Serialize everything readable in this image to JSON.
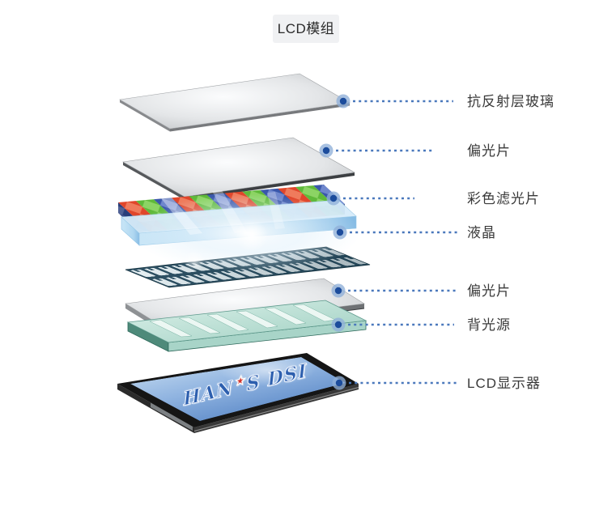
{
  "title": "LCD模组",
  "diagram": {
    "layers": [
      {
        "id": "anti-reflective-glass",
        "label": "抗反射层玻璃"
      },
      {
        "id": "polarizer-top",
        "label": "偏光片"
      },
      {
        "id": "color-filter",
        "label": "彩色滤光片"
      },
      {
        "id": "liquid-crystal",
        "label": "液晶"
      },
      {
        "id": "polarizer-bottom",
        "label": "偏光片"
      },
      {
        "id": "backlight",
        "label": "背光源"
      },
      {
        "id": "lcd-display",
        "label": "LCD显示器"
      }
    ],
    "screen": {
      "brand_left": "HAN",
      "star": "★",
      "brand_right": "S DSI"
    },
    "colors": {
      "connector_dot": "#1c4c9c",
      "connector_ring": "#8fb0d8",
      "connector_line": "#4a78bc",
      "label_text": "#3a3a3a",
      "title_background": "#f0f1f3",
      "filter_red": "#e0462b",
      "filter_green": "#5fb93a",
      "filter_blue": "#3a57aa",
      "backlight_teal": "#a8d4c8",
      "screen_brand_text": "#2d5fae",
      "screen_star": "#d0342c"
    }
  }
}
